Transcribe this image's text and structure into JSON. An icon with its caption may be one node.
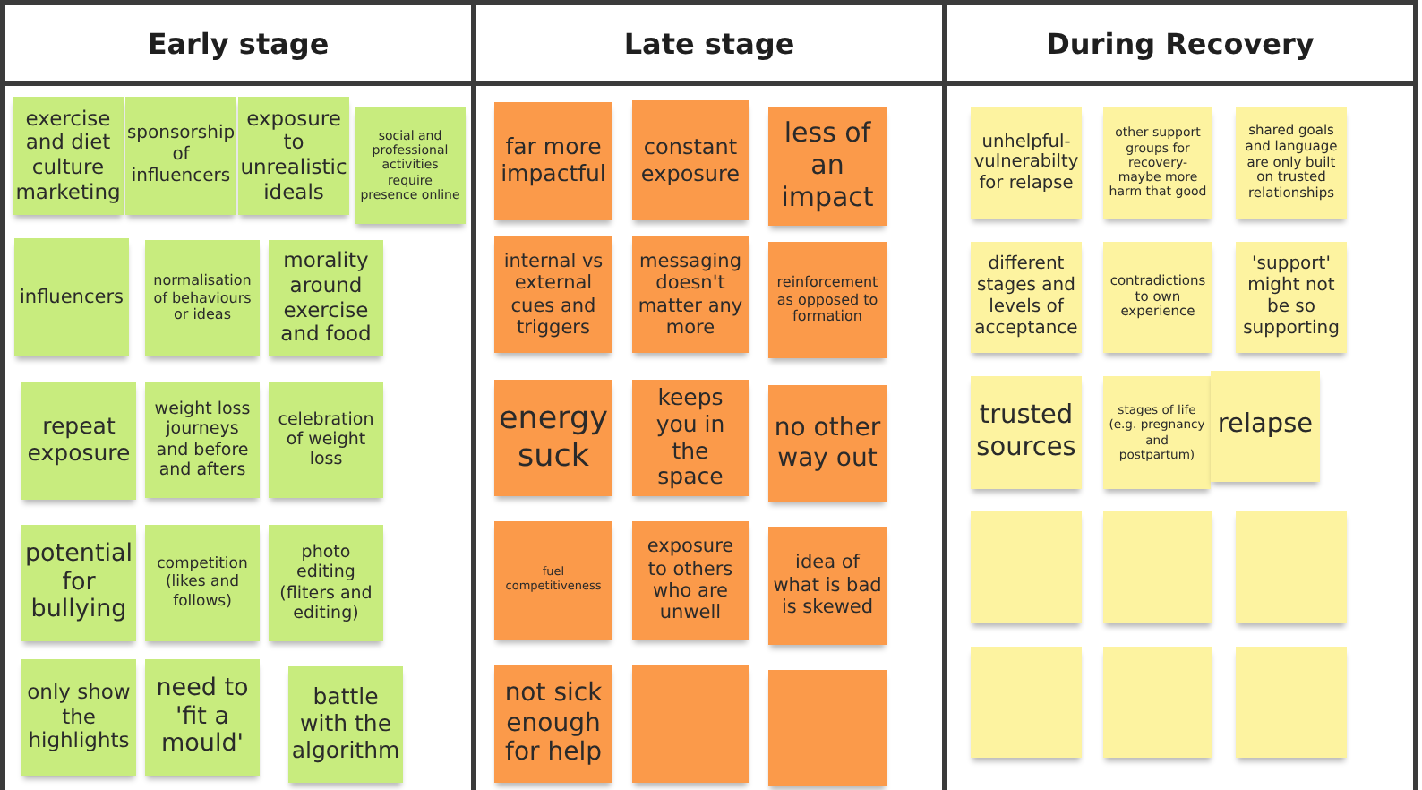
{
  "diagram": {
    "nodes": [
      {
        "text": [
          "Early stage"
        ]
      },
      {
        "text": [
          "exercise and diet culture marketing"
        ],
        "in": 0
      },
      {
        "text": [
          "sponsorship of influencers"
        ],
        "in": 0
      },
      {
        "text": [
          "exposure to unrealistic ideals"
        ],
        "in": 0
      },
      {
        "text": [
          "social and professional activities require presence online"
        ],
        "in": 0
      },
      {
        "text": [
          "influencers"
        ],
        "in": 0
      },
      {
        "text": [
          "normalisation of behaviours or ideas"
        ],
        "in": 0
      },
      {
        "text": [
          "morality around exercise and food"
        ],
        "in": 0
      },
      {
        "text": [
          "repeat exposure"
        ],
        "in": 0
      },
      {
        "text": [
          "weight loss journeys and before and afters"
        ],
        "in": 0
      },
      {
        "text": [
          "celebration of weight loss"
        ],
        "in": 0
      },
      {
        "text": [
          "potential for bullying"
        ],
        "in": 0
      },
      {
        "text": [
          "competition (likes and follows)"
        ],
        "in": 0
      },
      {
        "text": [
          "photo editing (fliters and editing)"
        ],
        "in": 0
      },
      {
        "text": [
          "only show the highlights"
        ],
        "in": 0
      },
      {
        "text": [
          "need to 'fit a mould'"
        ],
        "in": 0
      },
      {
        "text": [
          "battle with the algorithm"
        ],
        "in": 0
      },
      {
        "text": [
          "Late stage"
        ]
      },
      {
        "text": [
          "far more impactful"
        ],
        "in": 17
      },
      {
        "text": [
          "constant exposure"
        ],
        "in": 17
      },
      {
        "text": [
          "less of an impact"
        ],
        "in": 17
      },
      {
        "text": [
          "internal vs external cues and triggers"
        ],
        "in": 17
      },
      {
        "text": [
          "messaging doesn't matter any more"
        ],
        "in": 17
      },
      {
        "text": [
          "reinforcement as opposed to formation"
        ],
        "in": 17
      },
      {
        "text": [
          "energy suck"
        ],
        "in": 17
      },
      {
        "text": [
          "keeps you in the space"
        ],
        "in": 17
      },
      {
        "text": [
          "no other way out"
        ],
        "in": 17
      },
      {
        "text": [
          "fuel competitiveness"
        ],
        "in": 17
      },
      {
        "text": [
          "exposure to others who are unwell"
        ],
        "in": 17
      },
      {
        "text": [
          "idea of what is bad is skewed"
        ],
        "in": 17
      },
      {
        "text": [
          "not sick enough for help"
        ],
        "in": 17
      },
      {
        "text": [],
        "shape": "box",
        "in": 17
      },
      {
        "text": [],
        "shape": "box",
        "in": 17
      },
      {
        "text": [
          "During Recovery"
        ]
      },
      {
        "text": [
          "unhelpful- vulnerabilty for relapse"
        ],
        "in": 33
      },
      {
        "text": [
          "other support groups for recovery- maybe more harm that good"
        ],
        "in": 33
      },
      {
        "text": [
          "shared goals and language are only built on trusted relationships"
        ],
        "in": 33
      },
      {
        "text": [
          "different stages and levels of acceptance"
        ],
        "in": 33
      },
      {
        "text": [
          "contradictions to own experience"
        ],
        "in": 33
      },
      {
        "text": [
          "'support' might not be so supporting"
        ],
        "in": 33
      },
      {
        "text": [
          "trusted sources"
        ],
        "in": 33
      },
      {
        "text": [
          "stages of life (e.g. pregnancy and postpartum)"
        ],
        "in": 33
      },
      {
        "text": [
          "relapse"
        ],
        "in": 33
      },
      {
        "text": [],
        "shape": "box",
        "in": 33
      },
      {
        "text": [],
        "shape": "box",
        "in": 33
      },
      {
        "text": [],
        "shape": "box",
        "in": 33
      },
      {
        "text": [],
        "shape": "box",
        "in": 33
      },
      {
        "text": [],
        "shape": "box",
        "in": 33
      },
      {
        "text": [],
        "shape": "box",
        "in": 33
      }
    ]
  }
}
